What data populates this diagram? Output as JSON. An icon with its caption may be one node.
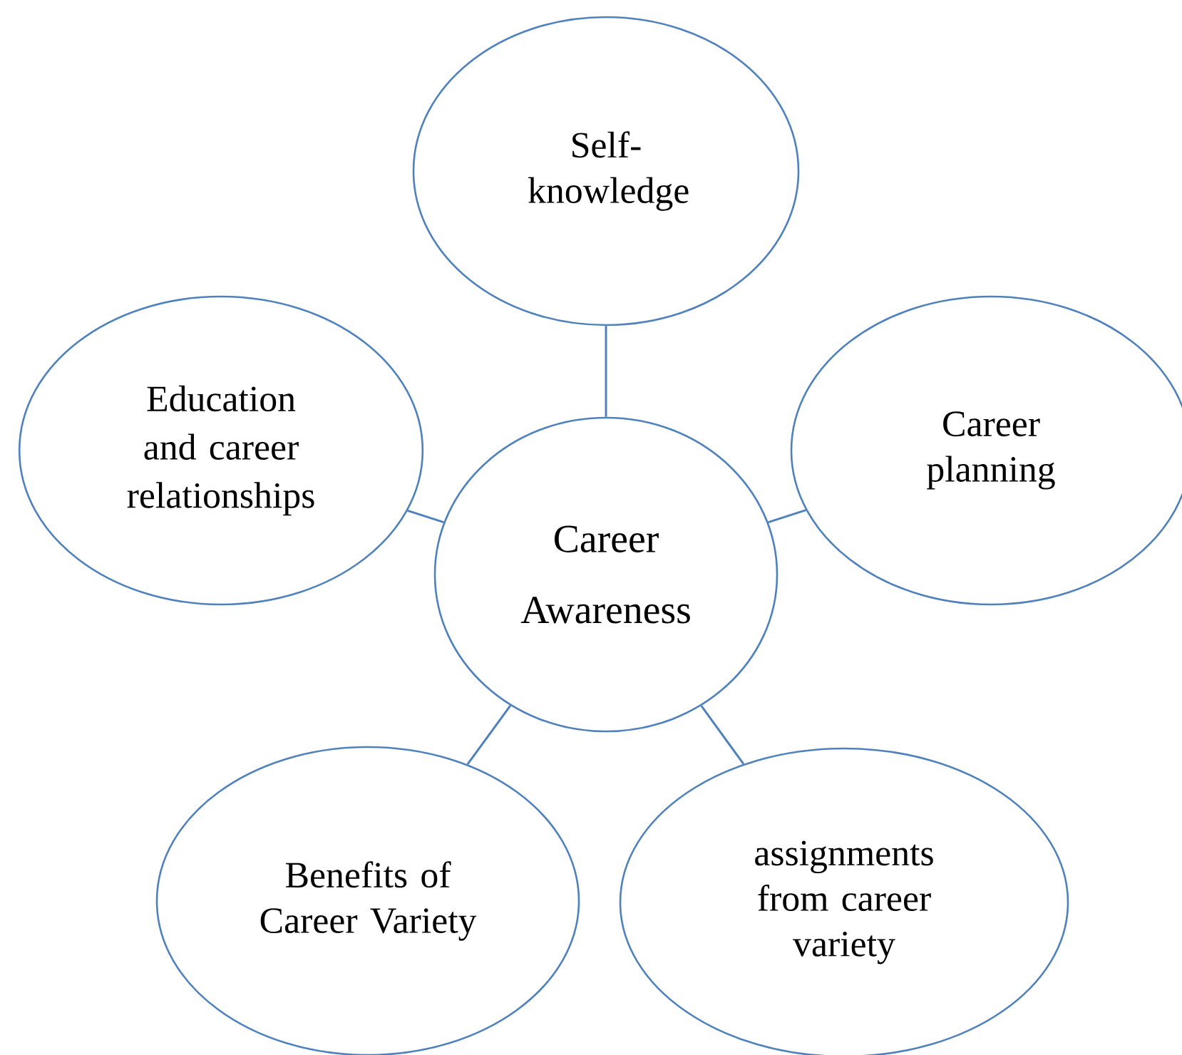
{
  "diagram": {
    "nodes": [
      {
        "text": [
          "Career Awareness"
        ]
      },
      {
        "text": [
          "Self-knowledge"
        ]
      },
      {
        "text": [
          "Education and career relationships"
        ]
      },
      {
        "text": [
          "Career planning"
        ]
      },
      {
        "text": [
          "Benefits of Career Variety"
        ]
      },
      {
        "text": [
          "assignments from career variety"
        ]
      }
    ],
    "edges": [
      {
        "from": 0,
        "to": 1,
        "arrow": "none"
      },
      {
        "from": 0,
        "to": 2,
        "arrow": "none"
      },
      {
        "from": 0,
        "to": 3,
        "arrow": "none"
      },
      {
        "from": 0,
        "to": 4,
        "arrow": "none"
      },
      {
        "from": 0,
        "to": 5,
        "arrow": "none"
      }
    ]
  }
}
